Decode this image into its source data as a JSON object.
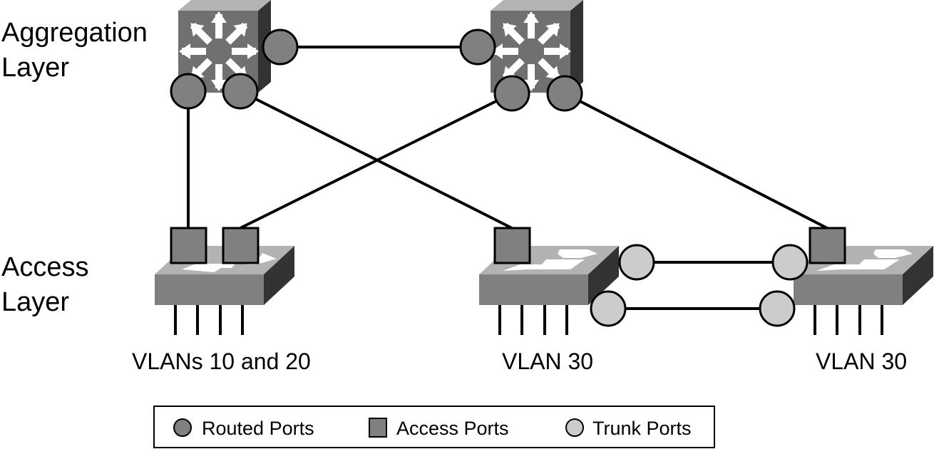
{
  "layers": {
    "aggregation": [
      "Aggregation",
      "Layer"
    ],
    "access": [
      "Access",
      "Layer"
    ]
  },
  "switch_labels": {
    "left": "VLANs 10 and 20",
    "middle": "VLAN 30",
    "right": "VLAN 30"
  },
  "legend": {
    "routed": "Routed Ports",
    "access": "Access Ports",
    "trunk": "Trunk Ports"
  },
  "colors": {
    "routed_port": "#808080",
    "access_port": "#808080",
    "trunk_port": "#cccccc",
    "device_front": "#808080",
    "device_top": "#b3b3b3",
    "device_side": "#333333",
    "agg_front": "#707070"
  }
}
